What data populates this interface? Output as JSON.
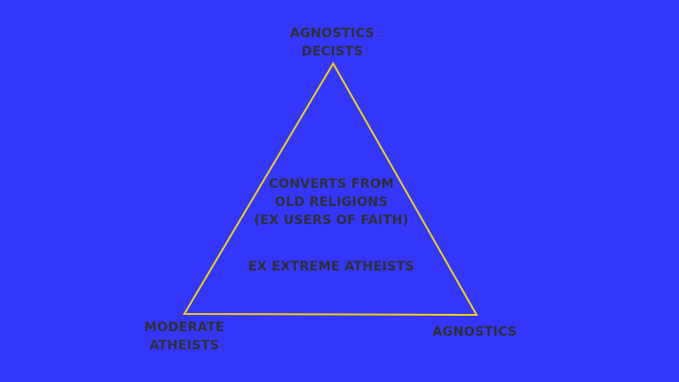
{
  "colors": {
    "background": "#3437fb",
    "triangle": "#f5d10f",
    "text": "#2f2f35"
  },
  "top_label": [
    "AGNOSTICS",
    "DECISTS"
  ],
  "center_label": [
    "CONVERTS FROM",
    "OLD RELIGIONS",
    "(EX USERS OF FAITH)"
  ],
  "inner_label": "EX EXTREME ATHEISTS",
  "bottom_left_label": [
    "MODERATE",
    "ATHEISTS"
  ],
  "bottom_right_label": "AGNOSTICS"
}
